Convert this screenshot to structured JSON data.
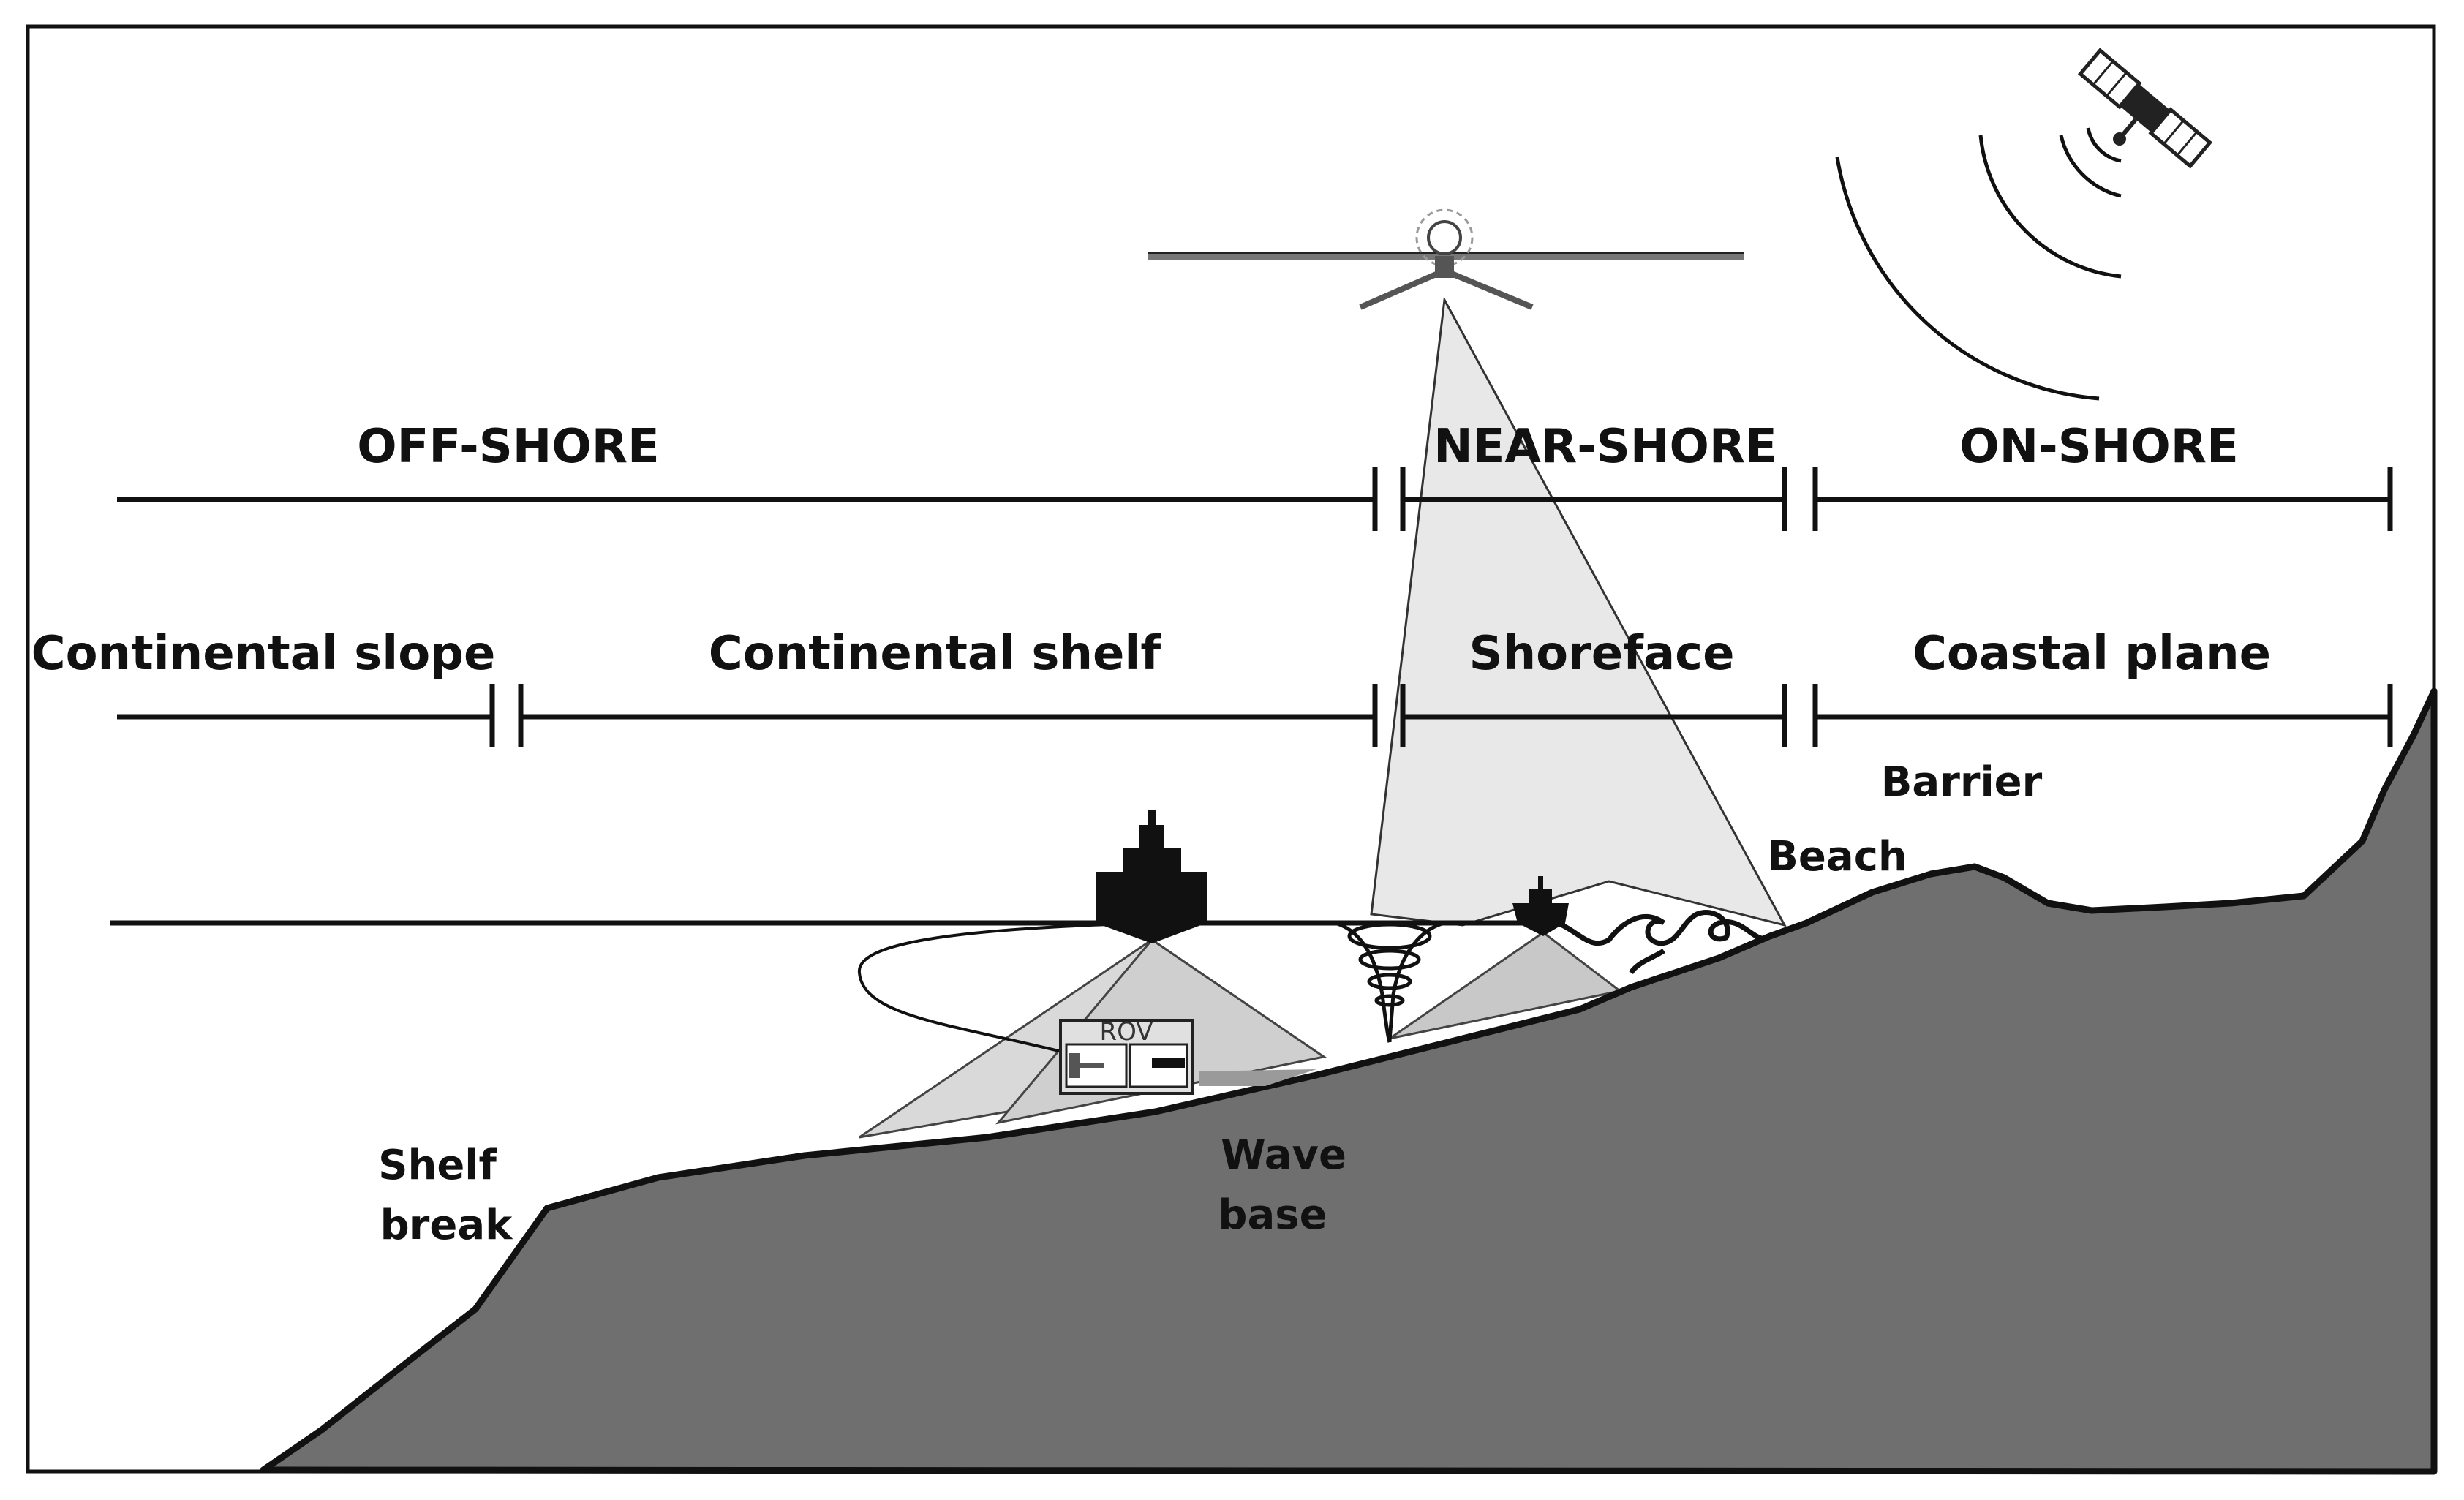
{
  "zones": {
    "offshore": "OFF-SHORE",
    "nearshore": "NEAR-SHORE",
    "onshore": "ON-SHORE"
  },
  "subzones": {
    "continental_slope": "Continental slope",
    "continental_shelf": "Continental shelf",
    "shoreface": "Shoreface",
    "coastal_plane": "Coastal plane"
  },
  "features": {
    "barrier": "Barrier",
    "beach": "Beach",
    "shelf_break_1": "Shelf",
    "shelf_break_2": "break",
    "wave_base_1": "Wave",
    "wave_base_2": "base",
    "rov": "ROV"
  },
  "colors": {
    "seabed": "#6f6f6f",
    "cone_fill": "#ebebeb",
    "line": "#111111"
  },
  "icons": [
    "satellite-icon",
    "aircraft-icon",
    "ship-icon",
    "small-boat-icon",
    "rov-icon",
    "wave-icon"
  ]
}
